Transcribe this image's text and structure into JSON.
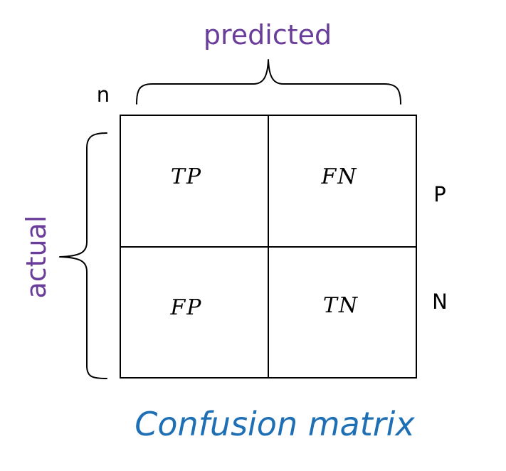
{
  "predicted_label": "predicted",
  "actual_label": "actual",
  "column_label": "n",
  "row_labels": [
    "P",
    "N"
  ],
  "cells": [
    [
      "TP",
      "FN"
    ],
    [
      "FP",
      "TN"
    ]
  ],
  "caption": "Confusion matrix",
  "colors": {
    "axis_title": "#6a3d9a",
    "caption": "#1f6fb5",
    "lines": "#000000",
    "brace": "#000000",
    "text": "#000000"
  }
}
